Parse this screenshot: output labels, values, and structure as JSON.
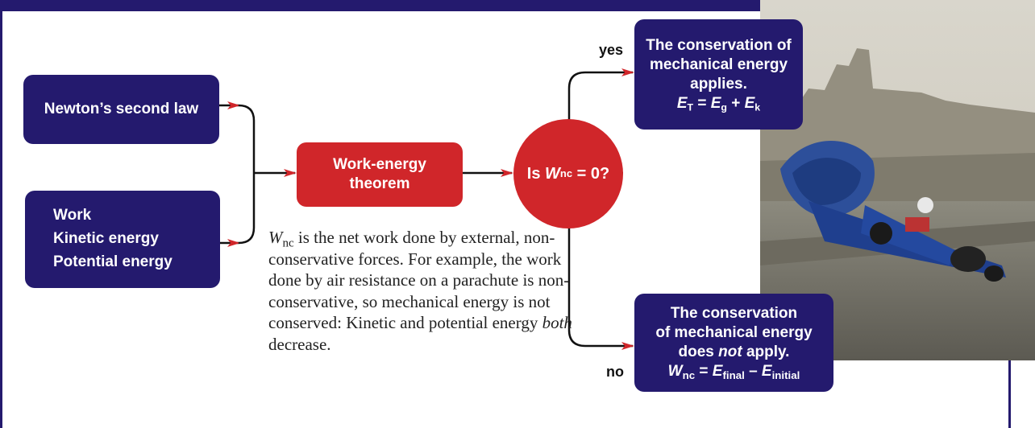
{
  "nodes": {
    "newton": "Newton’s second law",
    "concepts": [
      "Work",
      "Kinetic energy",
      "Potential energy"
    ],
    "work_energy_line1": "Work-energy",
    "work_energy_line2": "theorem",
    "decision_prefix": "Is ",
    "decision_var": "W",
    "decision_sub": "nc",
    "decision_suffix": " = 0?",
    "yes_line1": "The conservation of",
    "yes_line2": "mechanical energy",
    "yes_line3": "applies.",
    "yes_formula": {
      "lhs": "E",
      "lhs_sub": "T",
      "eq": " = ",
      "t1": "E",
      "t1_sub": "g",
      "plus": " + ",
      "t2": "E",
      "t2_sub": "k"
    },
    "no_line1": "The conservation",
    "no_line2": "of mechanical energy",
    "no_line3_a": "does ",
    "no_line3_em": "not",
    "no_line3_b": " apply.",
    "no_formula": {
      "lhs": "W",
      "lhs_sub": "nc",
      "eq": " = ",
      "t1": "E",
      "t1_sub": "final",
      "minus": " – ",
      "t2": "E",
      "t2_sub": "initial"
    }
  },
  "labels": {
    "yes": "yes",
    "no": "no"
  },
  "note": {
    "var": "W",
    "var_sub": "nc",
    "text1": " is the net work done by external, non-conservative forces. For example, the work done by air resistance on a parachute is non-conservative, so mechanical energy is not conserved: Kinetic and potential energy ",
    "emph": "both",
    "text2": " decrease."
  },
  "colors": {
    "blue": "#241a6e",
    "red": "#d0262a",
    "arrow": "#d0262a",
    "line": "#111111"
  }
}
